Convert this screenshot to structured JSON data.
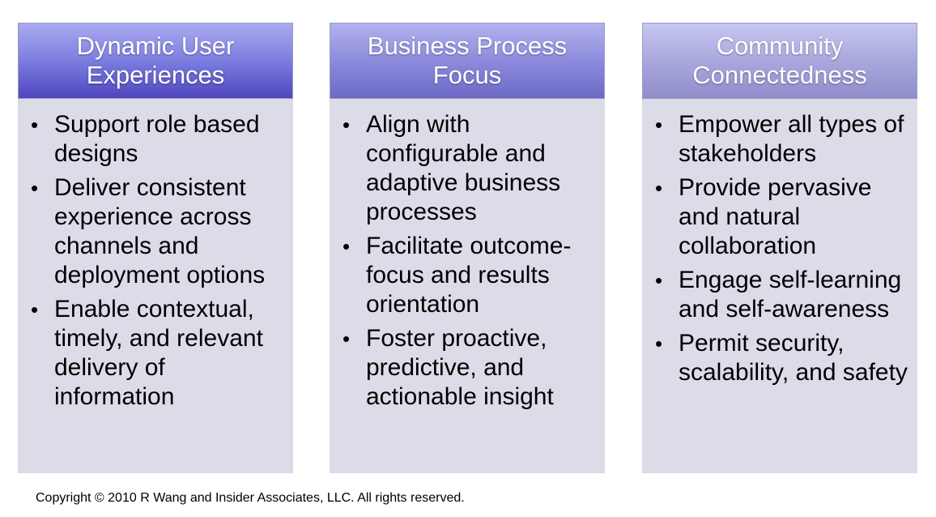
{
  "columns": [
    {
      "title": "Dynamic User Experiences",
      "items": [
        "Support role based designs",
        "Deliver consistent experience across channels and deployment options",
        "Enable contextual, timely, and relevant delivery of information"
      ]
    },
    {
      "title": "Business Process Focus",
      "items": [
        "Align with configurable and adaptive business processes",
        "Facilitate outcome-focus and results orientation",
        "Foster proactive, predictive, and actionable insight"
      ]
    },
    {
      "title": "Community Connectedness",
      "items": [
        "Empower all types of stakeholders",
        "Provide pervasive and natural collaboration",
        "Engage self-learning and self-awareness",
        "Permit security, scalability, and safety"
      ]
    }
  ],
  "bullet_glyph": "•",
  "footer": "Copyright © 2010 R Wang and Insider Associates, LLC. All rights reserved."
}
